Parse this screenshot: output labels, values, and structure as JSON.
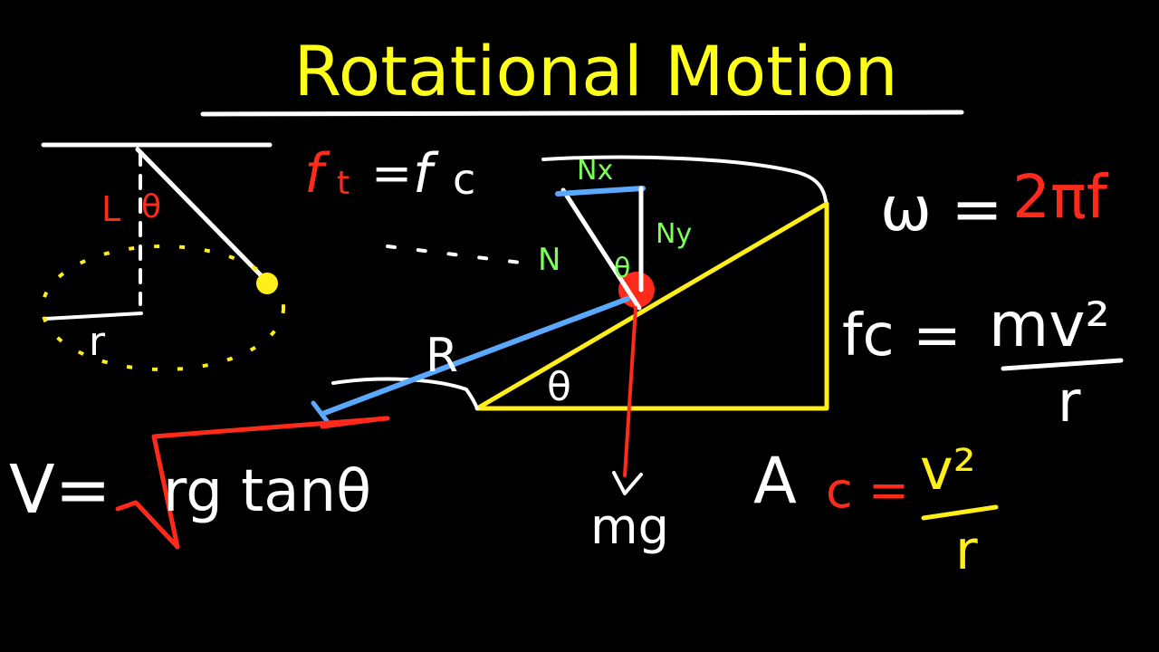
{
  "title": "Rotational Motion",
  "colors": {
    "background": "#000000",
    "title": "#ffff1a",
    "white": "#ffffff",
    "yellow": "#ffee1a",
    "red": "#ff2a1a",
    "blue": "#5aa9ff",
    "green": "#7dff5a"
  },
  "pendulum": {
    "length_label": "L",
    "angle_label": "θ",
    "radius_label": "r"
  },
  "force_balance": {
    "f_t": "f",
    "t_sub": "t",
    "equals": "=",
    "f_c": "f",
    "c_sub": "c"
  },
  "components": {
    "nx": "Nx",
    "ny": "Ny",
    "n": "N",
    "angle": "θ"
  },
  "incline": {
    "radius_label": "R",
    "angle_label": "θ",
    "weight_label": "mg"
  },
  "omega_eq": {
    "lhs": "ω =",
    "rhs": "2πf"
  },
  "fc_eq": {
    "lhs": "fc =",
    "numerator": "mv²",
    "denominator": "r"
  },
  "ac_eq": {
    "a": "A",
    "c_eq": "c =",
    "numerator": "v²",
    "denominator": "r"
  },
  "velocity_eq": {
    "lhs": "V=",
    "radicand": "rg tanθ"
  }
}
